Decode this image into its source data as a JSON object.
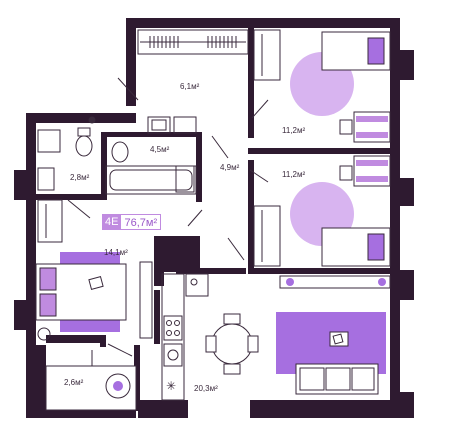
{
  "apartment": {
    "code": "4E",
    "total_area": "76,7м²"
  },
  "rooms": {
    "hall": {
      "area": "6,1м²"
    },
    "bedroom_top": {
      "area": "11,2м²"
    },
    "bedroom_mid": {
      "area": "11,2м²"
    },
    "bathroom": {
      "area": "4,5м²"
    },
    "corridor": {
      "area": "4,9м²"
    },
    "wc": {
      "area": "2,8м²"
    },
    "bedroom_left": {
      "area": "14,1м²"
    },
    "balcony": {
      "area": "2,6м²"
    },
    "living_kitchen": {
      "area": "20,3м²"
    }
  },
  "colors": {
    "wall": "#2e1a30",
    "accent": "#a66fe0",
    "accent_light": "#d8b4f0",
    "line": "#3a2a3c"
  }
}
